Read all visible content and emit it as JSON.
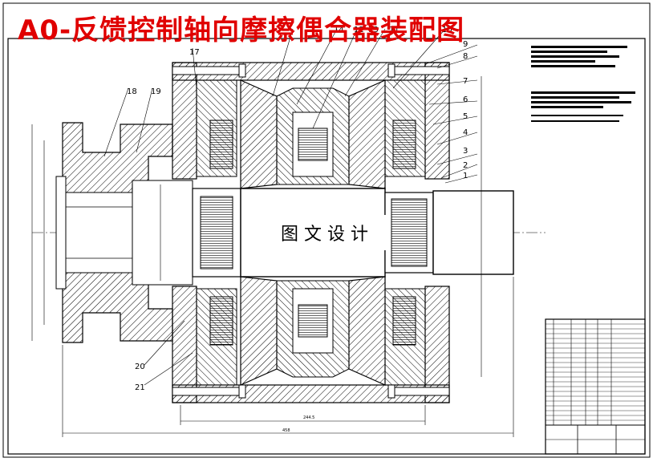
{
  "drawing": {
    "title": "A0-反馈控制轴向摩擦偶合器装配图",
    "watermark": "图文设计",
    "part_numbers": [
      "1",
      "2",
      "3",
      "4",
      "5",
      "6",
      "7",
      "8",
      "9",
      "10",
      "11",
      "12",
      "13",
      "14",
      "17",
      "18",
      "19",
      "20",
      "21"
    ],
    "dimensions": {
      "overall_length": "458",
      "inner_length": "244.5"
    }
  },
  "colors": {
    "title": "#e00000",
    "line": "#000000",
    "paper": "#ffffff"
  }
}
